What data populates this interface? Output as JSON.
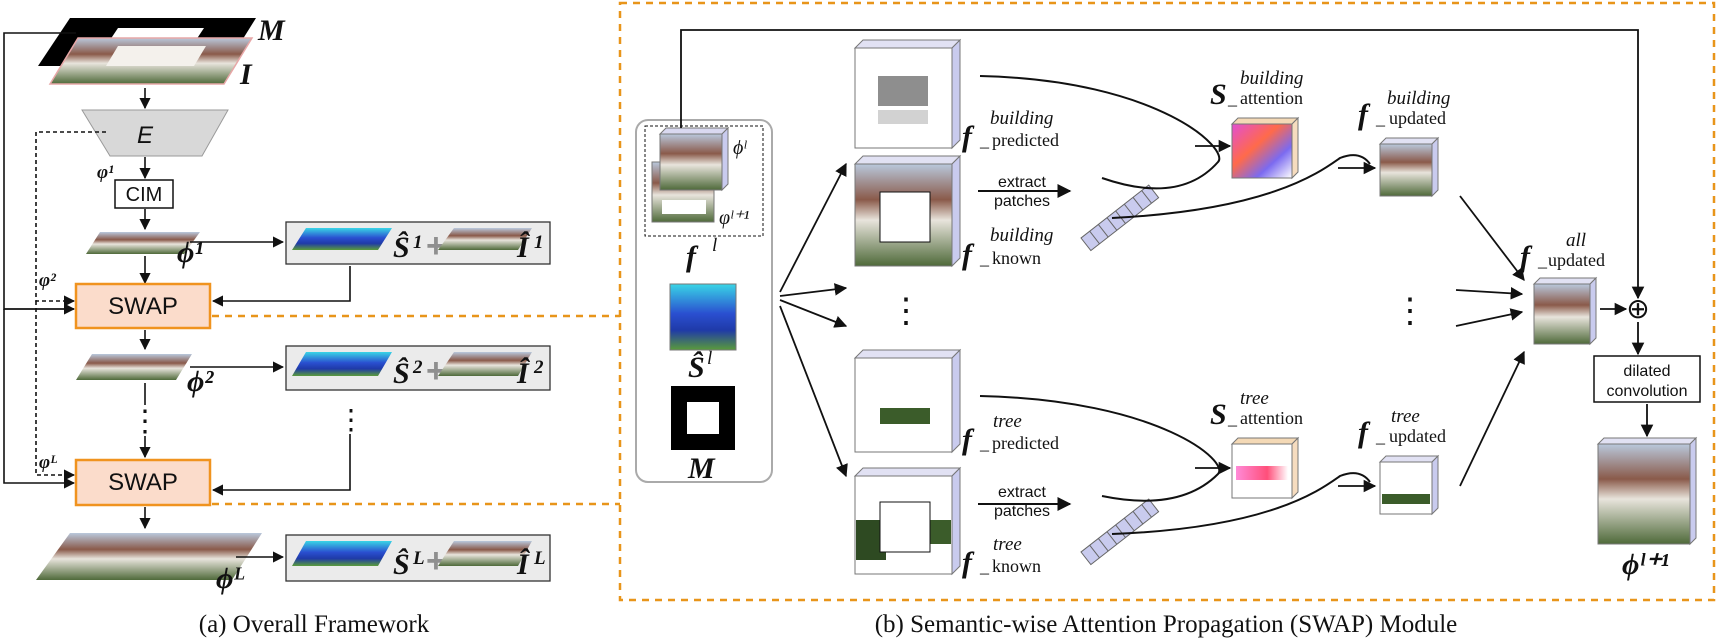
{
  "captions": {
    "left": "(a) Overall Framework",
    "right": "(b) Semantic-wise Attention Propagation (SWAP) Module"
  },
  "left": {
    "mask_label": "M",
    "image_label": "I",
    "encoder_label": "E",
    "cim_label": "CIM",
    "swap_label": "SWAP",
    "varphi_1": "φ¹",
    "varphi_2": "φ²",
    "varphi_L": "φᴸ",
    "phi_1": "ϕ¹",
    "phi_2": "ϕ²",
    "phi_L": "ϕᴸ",
    "vdots": "⋮",
    "s_hat": "Ŝ",
    "i_hat": "Î",
    "plus": "+",
    "sup_1": "1",
    "sup_2": "2",
    "sup_L": "L"
  },
  "right": {
    "phi_l": "ϕˡ",
    "varphi_l1": "φˡ⁺¹",
    "f_l": "f",
    "f_l_sup": "l",
    "s_hat_l": "Ŝ",
    "s_hat_l_sup": "l",
    "m_label": "M",
    "f": "f",
    "underscore": "_",
    "building": "building",
    "tree": "tree",
    "all": "all",
    "predicted": "predicted",
    "known": "known",
    "attention": "attention",
    "updated": "updated",
    "s_bold": "S",
    "extract": "extract",
    "patches": "patches",
    "vdots": "⋮",
    "oplus": "⊕",
    "dilated": "dilated",
    "convolution": "convolution",
    "phi_l1": "ϕˡ⁺¹"
  },
  "colors": {
    "swap_fill": "#fbdccb",
    "swap_stroke": "#f0931f",
    "dash_orange": "#e8951a",
    "panel_fill": "#ebebeb",
    "patch_cube": "#c9cbee"
  }
}
